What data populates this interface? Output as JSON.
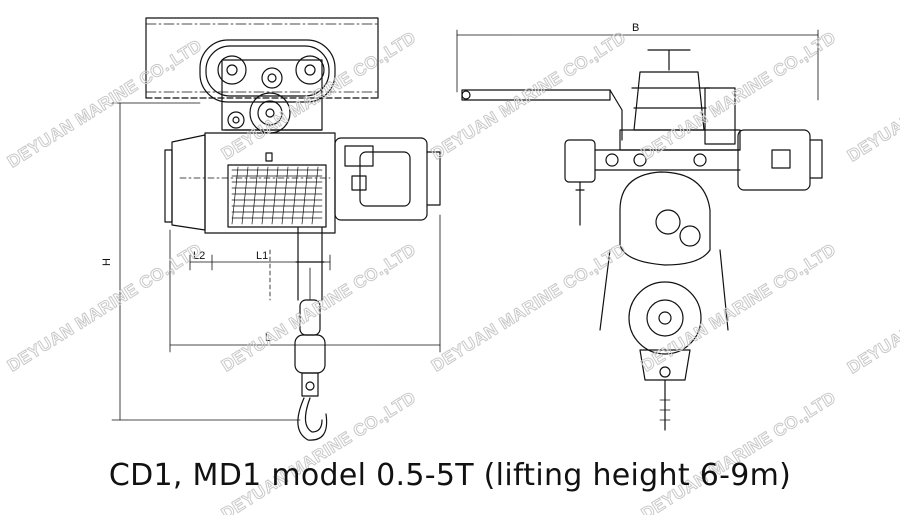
{
  "caption": "CD1, MD1 model 0.5-5T (lifting height 6-9m)",
  "watermark": "DEYUAN MARINE CO.,LTD",
  "dimensions": {
    "h": "H",
    "l2": "L2",
    "l1": "L1",
    "l": "L",
    "b": "B"
  },
  "colors": {
    "line": "#111111",
    "watermark": "#c9c9c9"
  }
}
